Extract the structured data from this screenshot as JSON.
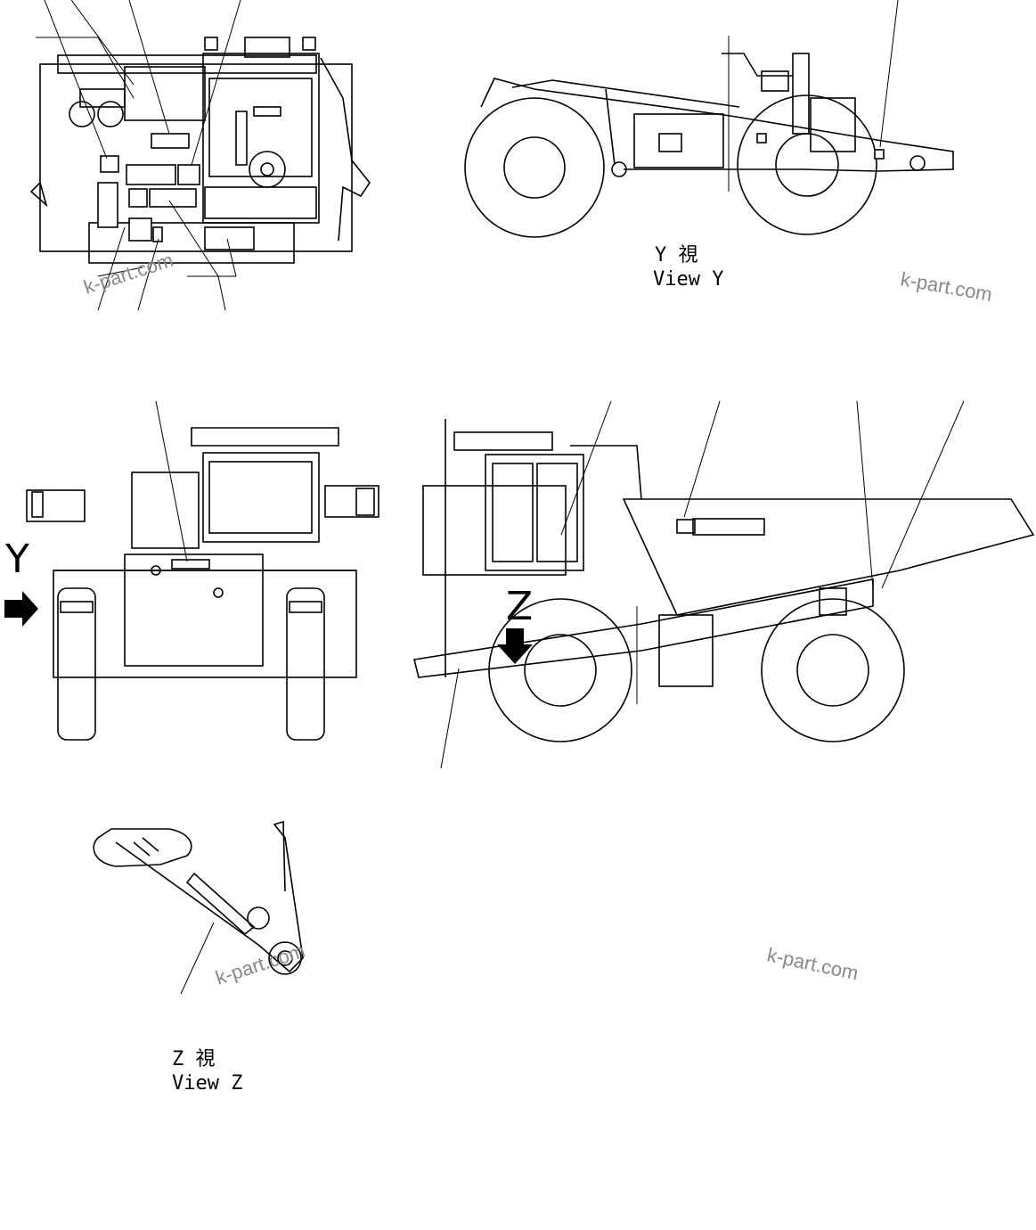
{
  "views": {
    "y": {
      "kanji": "Y  視",
      "caption": "View Y",
      "marker": "Y"
    },
    "z": {
      "kanji": "Z  視",
      "caption": "View Z",
      "marker": "Z"
    }
  },
  "watermark": "k-part.com"
}
